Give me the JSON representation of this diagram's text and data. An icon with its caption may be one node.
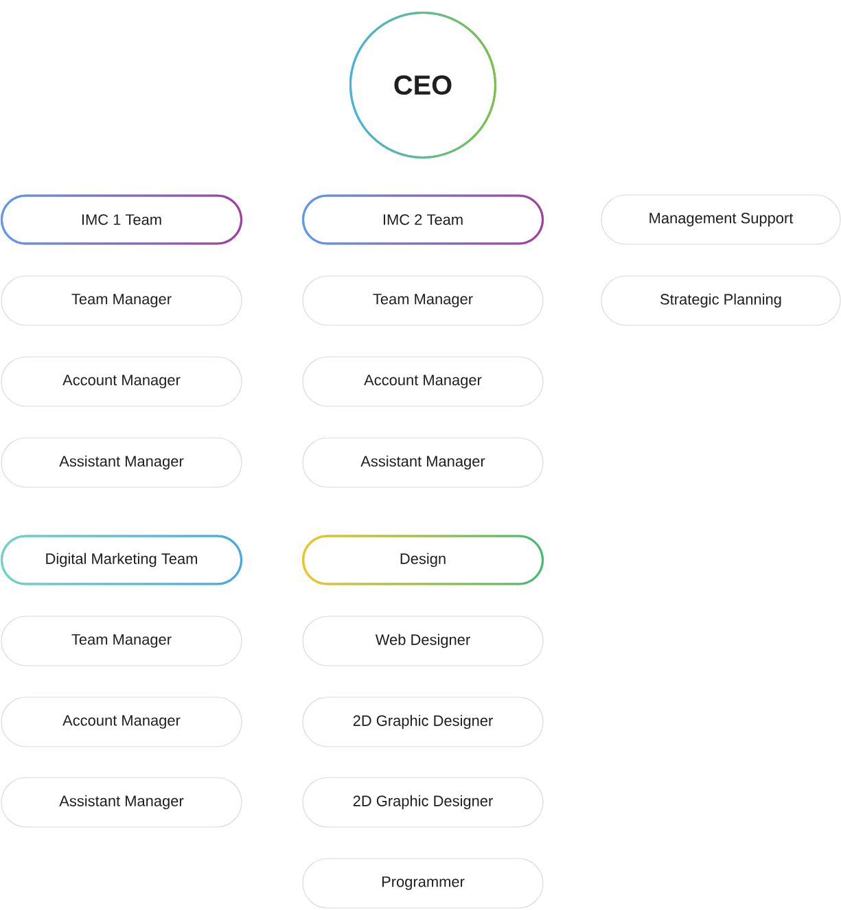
{
  "diagram": {
    "nodes": [
      {
        "text": [
          "CEO"
        ]
      },
      {
        "text": [
          "IMC 1 Team"
        ]
      },
      {
        "text": [
          "Team Manager"
        ]
      },
      {
        "text": [
          "Account Manager"
        ]
      },
      {
        "text": [
          "Assistant Manager"
        ]
      },
      {
        "text": [
          "IMC 2 Team"
        ]
      },
      {
        "text": [
          "Team Manager"
        ]
      },
      {
        "text": [
          "Account Manager"
        ]
      },
      {
        "text": [
          "Assistant Manager"
        ]
      },
      {
        "text": [
          "Management Support"
        ]
      },
      {
        "text": [
          "Strategic Planning"
        ]
      },
      {
        "text": [
          "Digital Marketing Team"
        ]
      },
      {
        "text": [
          "Team Manager"
        ]
      },
      {
        "text": [
          "Account Manager"
        ]
      },
      {
        "text": [
          "Assistant Manager"
        ]
      },
      {
        "text": [
          "Design"
        ]
      },
      {
        "text": [
          "Web Designer"
        ]
      },
      {
        "text": [
          "2D Graphic Designer"
        ]
      },
      {
        "text": [
          "2D Graphic Designer"
        ]
      },
      {
        "text": [
          "Programmer"
        ]
      }
    ]
  }
}
